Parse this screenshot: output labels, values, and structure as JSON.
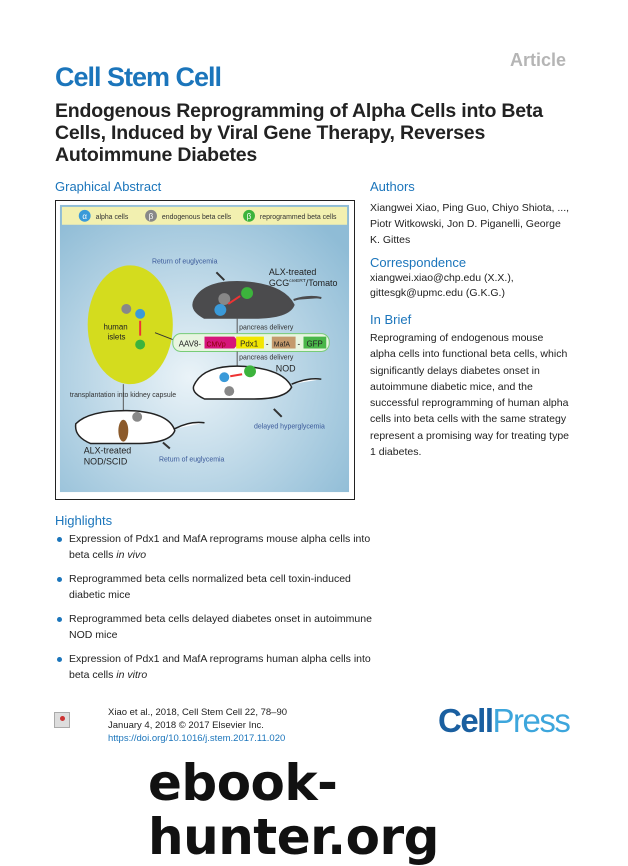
{
  "header": {
    "article_label": "Article",
    "journal": "Cell Stem Cell",
    "title": "Endogenous Reprogramming of Alpha Cells into Beta Cells, Induced by Viral Gene Therapy, Reverses Autoimmune Diabetes"
  },
  "graphical_abstract": {
    "heading": "Graphical Abstract",
    "legend": {
      "alpha": "alpha cells",
      "endo": "endogenous beta cells",
      "repro": "reprogrammed beta cells",
      "alpha_sym": "α",
      "beta_sym": "β"
    },
    "return1": "Return of euglycemia",
    "alx1": "ALX-treated",
    "gcg": "GCG",
    "gcg_sup": "creERT",
    "tomato": "/Tomato",
    "human": "human",
    "islets": "islets",
    "construct": {
      "aav": "AAV8-",
      "cmv": "CMVp",
      "pdx": "Pdx1",
      "dash": "-",
      "mafa": "MafA",
      "gfp": "GFP"
    },
    "pancreas1": "pancreas delivery",
    "pancreas2": "pancreas delivery",
    "nod": "NOD",
    "transplant": "transplantation into kidney capsule",
    "delayed": "delayed hyperglycemia",
    "alx2": "ALX-treated",
    "nodscid": "NOD/SCID",
    "return2": "Return of euglycemia",
    "colors": {
      "alpha": "#3a9ad9",
      "repro": "#3cb33c",
      "endo": "#888888",
      "islet": "#d4dc1e",
      "cmv": "#d6157a",
      "pdx": "#f2e600",
      "mafa": "#c49a6c",
      "gfp": "#49b649"
    }
  },
  "authors": {
    "heading": "Authors",
    "text": "Xiangwei Xiao, Ping Guo, Chiyo Shiota, ..., Piotr Witkowski, Jon D. Piganelli, George K. Gittes"
  },
  "correspondence": {
    "heading": "Correspondence",
    "line1": "xiangwei.xiao@chp.edu (X.X.),",
    "line2": "gittesgk@upmc.edu (G.K.G.)"
  },
  "in_brief": {
    "heading": "In Brief",
    "text": "Reprograming of endogenous mouse alpha cells into functional beta cells, which significantly delays diabetes onset in autoimmune diabetic mice, and the successful reprogramming of human alpha cells into beta cells with the same strategy represent a promising way for treating type 1 diabetes."
  },
  "highlights": {
    "heading": "Highlights",
    "items": [
      {
        "text": "Expression of Pdx1 and MafA reprograms mouse alpha cells into beta cells ",
        "em": "in vivo"
      },
      {
        "text": "Reprogrammed beta cells normalized beta cell toxin-induced diabetic mice",
        "em": ""
      },
      {
        "text": "Reprogrammed beta cells delayed diabetes onset in autoimmune NOD mice",
        "em": ""
      },
      {
        "text": "Expression of Pdx1 and MafA reprograms human alpha cells into beta cells ",
        "em": "in vitro"
      }
    ]
  },
  "footer": {
    "citation": "Xiao et al., 2018, Cell Stem Cell 22, 78–90",
    "date": "January 4, 2018 © 2017 Elsevier Inc.",
    "doi": "https://doi.org/10.1016/j.stem.2017.11.020",
    "publisher_a": "Cell",
    "publisher_b": "Press",
    "watermark": "ebook-hunter.org"
  }
}
